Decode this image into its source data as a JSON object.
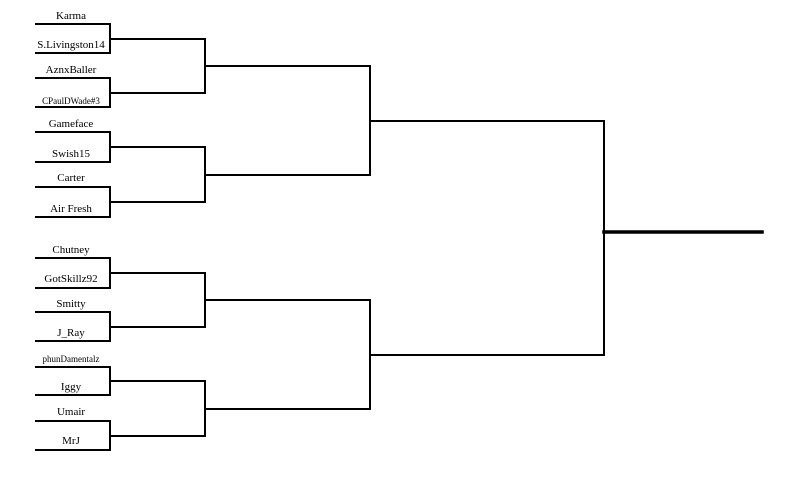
{
  "colors": {
    "line": "#000000",
    "text": "#000000",
    "background": "#ffffff"
  },
  "entrants": [
    "Karma",
    "S.Livingston14",
    "AznxBaller",
    "CPaulDWade#3",
    "Gameface",
    "Swish15",
    "Carter",
    "Air Fresh",
    "Chutney",
    "GotSkillz92",
    "Smitty",
    "J_Ray",
    "phunDamentalz",
    "Iggy",
    "Umair",
    "MrJ"
  ]
}
